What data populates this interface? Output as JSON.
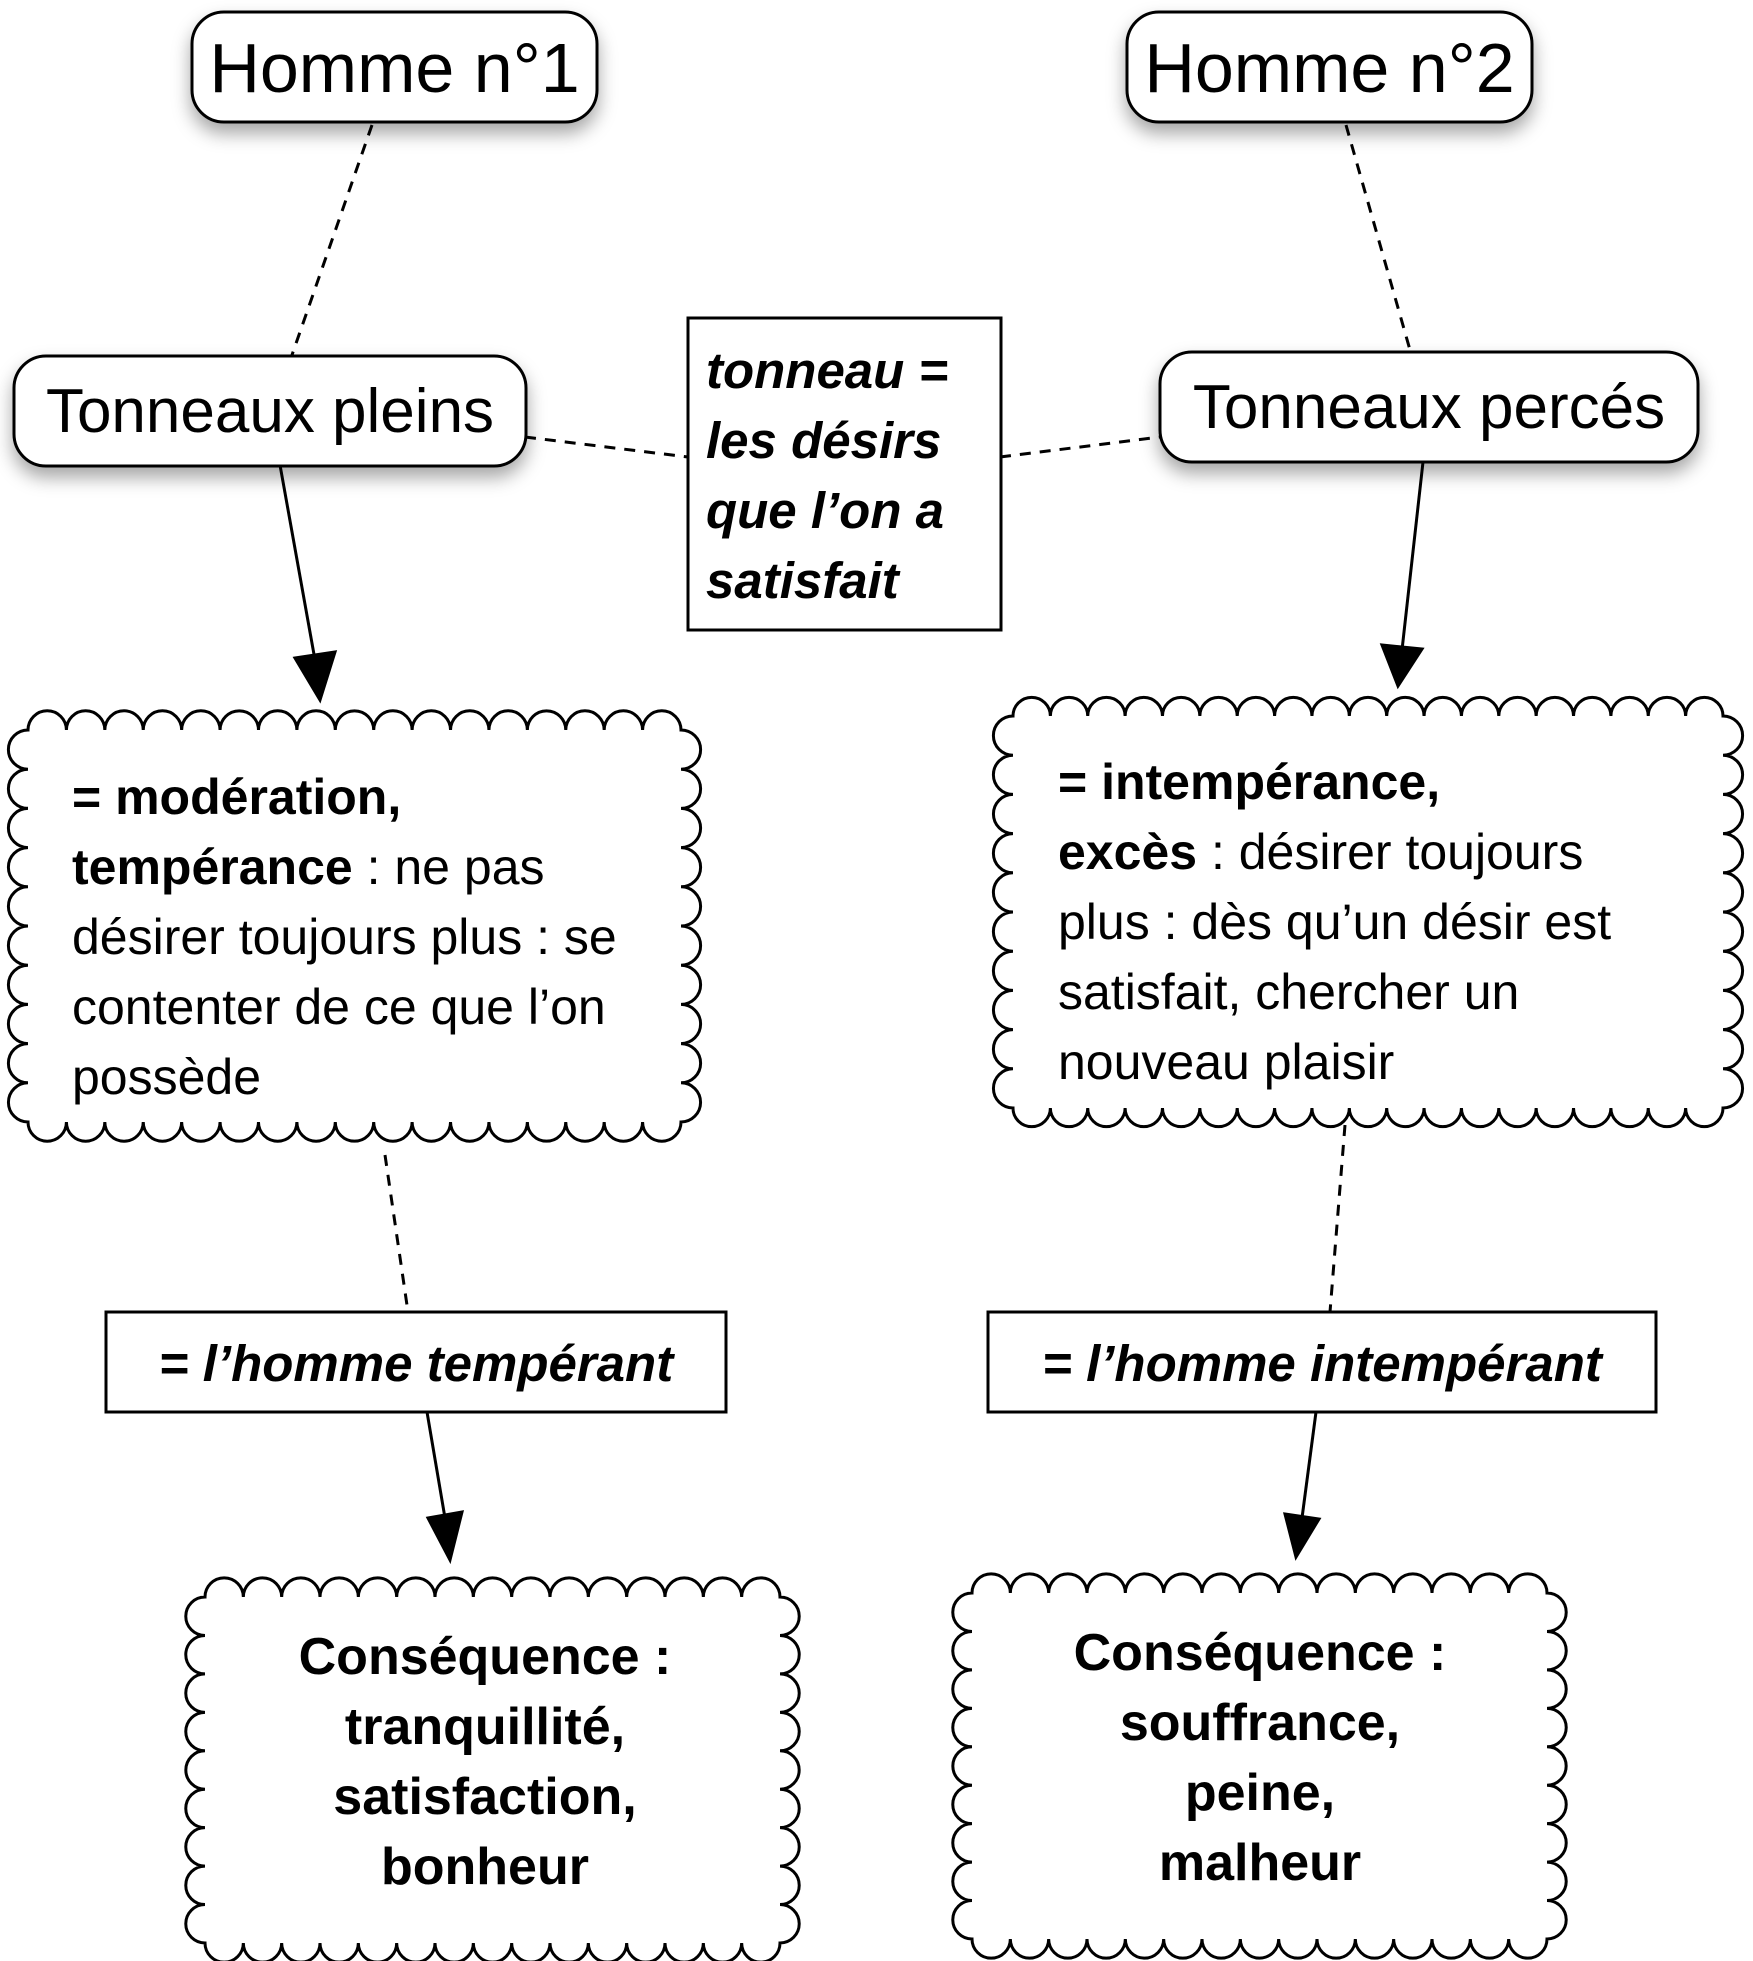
{
  "colors": {
    "ink": "#000000",
    "background": "#ffffff",
    "shadow": "#9a9a9a"
  },
  "left": {
    "man_label": "Homme n°1",
    "barrel_label": "Tonneaux pleins",
    "quality": {
      "bold": "= modération, tempérance",
      "rest": " : ne pas désirer toujours plus : se contenter de ce que l’on possède"
    },
    "person_label": "= l’homme tempérant",
    "consequence": {
      "lines": [
        "Conséquence :",
        "tranquillité,",
        "satisfaction,",
        "bonheur"
      ]
    }
  },
  "right": {
    "man_label": "Homme n°2",
    "barrel_label": "Tonneaux percés",
    "quality": {
      "bold_1": "= intempérance,",
      "bold_2": "excès",
      "rest": " : désirer toujours plus : dès qu’un désir est satisfait, chercher un nouveau plaisir"
    },
    "person_label": "= l’homme intempérant",
    "consequence": {
      "lines": [
        "Conséquence :",
        "souffrance,",
        "peine,",
        "malheur"
      ]
    }
  },
  "center": {
    "definition_lines": [
      "tonneau =",
      "les désirs",
      "que l’on a",
      "satisfait"
    ]
  }
}
